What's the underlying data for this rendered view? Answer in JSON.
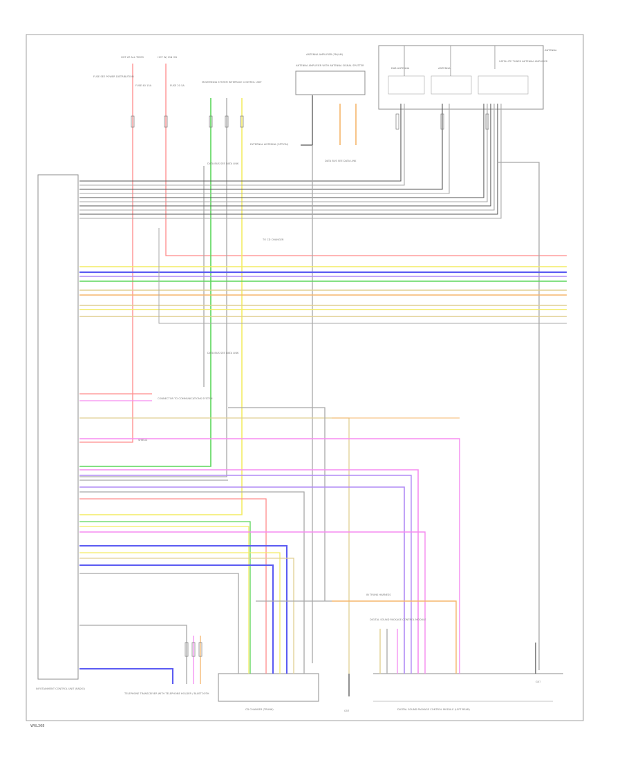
{
  "footer_code": "W6L368",
  "labels": {
    "top_left_ref_1": "HOT AT ALL TIMES",
    "top_left_ref_2": "HOT W/ IGN ON",
    "top_left_desc": "FUSE SEE POWER DISTRIBUTION",
    "fuse_1": "FUSE 40 15A",
    "fuse_2": "FUSE 20 5A",
    "multimedia_ref": "MULTIMEDIA SYSTEM INTERFACE CONTROL UNIT",
    "antenna_amp_ref": "ANTENNA AMPLIFIER (FM/AM)",
    "antenna_amp_desc": "ANTENNA AMPLIFIER WITH ANTENNA SIGNAL SPLITTER",
    "antenna_box_title": "ANTENNA",
    "antenna_box_left": "DAB ANTENNA",
    "antenna_box_mid": "ANTENNA",
    "antenna_box_right": "SATELLITE TUNER ANTENNA AMPLIFIER",
    "ext_antenna": "EXTERNAL ANTENNA (OPTION)",
    "data_bus_1": "DATA BUS SEE DATA LINK",
    "data_bus_2": "DATA BUS SEE DATA LINK",
    "data_bus_3": "DATA BUS SEE DATA LINK",
    "cd_changer_ref": "TO CD CHANGER",
    "comm_module_ref": "CONNECTOR TO COMMUNICATIONS SYSTEM",
    "shield": "SHIELD",
    "digital_sound_ref": "DIGITAL SOUND PACKAGE CONTROL MODULE",
    "left_module": "INFOTAINMENT CONTROL UNIT (RADIO)",
    "bottom_left_module": "TELEPHONE TRANSCEIVER WITH TELEPHONE HOLDER / BLUETOOTH",
    "bottom_mid_module": "CD CHANGER (TRUNK)",
    "bottom_right_module": "DIGITAL SOUND PACKAGE CONTROL MODULE (LEFT REAR)",
    "ground_1": "G57",
    "ground_2": "G57",
    "harness": "IN TRUNK HARNESS"
  },
  "wire_colors": [
    "RED/WHT",
    "YEL",
    "BLU/VIO",
    "GRN/WHT",
    "BRN/YEL",
    "ORG/BLK",
    "BRN",
    "YEL/BLK",
    "BRN/WHT",
    "GRY/BLK",
    "VIO/WHT",
    "BLK/GRY",
    "GRN",
    "LT GRN",
    "ORG/GRN",
    "WHT"
  ],
  "colors": {
    "red": "#ff8a8a",
    "pink": "#f58cf0",
    "green": "#5ad65a",
    "yellow": "#f3ec63",
    "blue": "#5a5af2",
    "violet": "#b08af5",
    "orange": "#f5b56b",
    "tan": "#e0cf92",
    "gray": "#a8a8a8",
    "dark": "#555555",
    "frame": "#9a9a9a"
  }
}
